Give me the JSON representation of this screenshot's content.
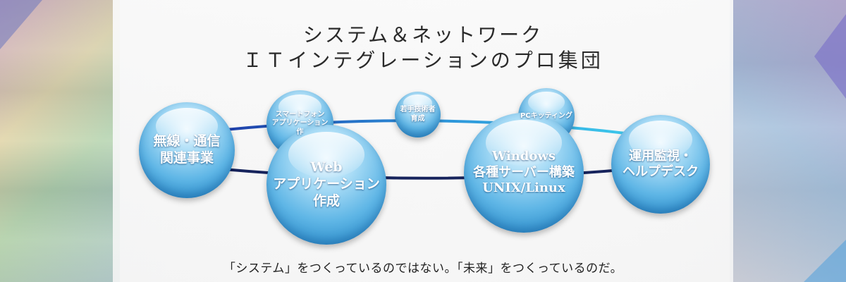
{
  "headline": {
    "line1": "システム＆ネットワーク",
    "line2": "ＩＴインテグレーションのプロ集団"
  },
  "bubbles": {
    "wireless": "無線・通信\n関連事業",
    "smartphone": "スマートフォン\nアプリケーション\n作",
    "young_engineers": "若手技術者\n育成",
    "pc_kitting": "PCキッティング",
    "web": "Web\nアプリケーション\n作成",
    "windows": "Windows\n各種サーバー構築\nUNIX/Linux",
    "monitoring": "運用監視・\nヘルプデスク"
  },
  "tagline": "「システム」をつくっているのではない。「未来」をつくっているのだ。",
  "colors": {
    "bubble": "#5fb6e6",
    "link_dark": "#1a2a6e",
    "link_cyan": "#33c7e8"
  }
}
